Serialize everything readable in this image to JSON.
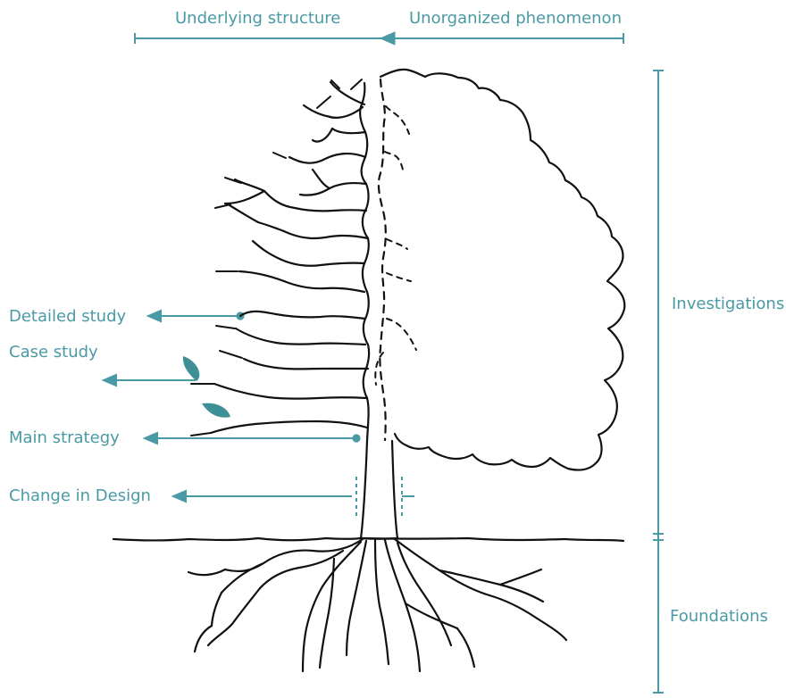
{
  "header": {
    "left_label": "Underlying structure",
    "right_label": "Unorganized phenomenon"
  },
  "annotations": {
    "detailed_study": "Detailed study",
    "case_study": "Case study",
    "main_strategy": "Main strategy",
    "change_in_design": "Change in Design",
    "investigations": "Investigations",
    "foundations": "Foundations"
  },
  "colors": {
    "accent": "#4a9aa6",
    "line": "#111111",
    "leaf": "#3f8f97",
    "background": "#ffffff"
  }
}
